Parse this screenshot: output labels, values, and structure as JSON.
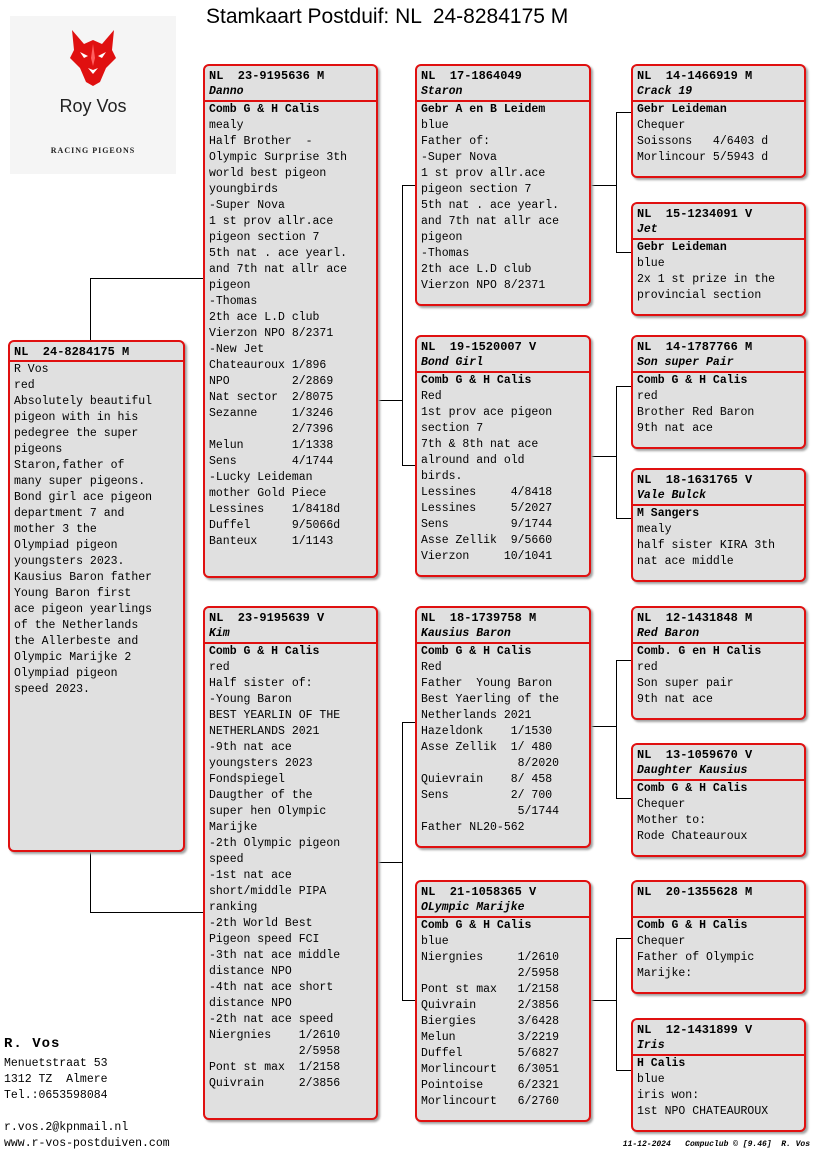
{
  "title": "Stamkaart Postduif: NL  24-8284175 M",
  "logo": {
    "name": "Roy Vos",
    "subtitle": "RACING PIGEONS",
    "icon": "wolf-head-icon",
    "color": "#e01010"
  },
  "accent_color": "#e01010",
  "card_bg": "#e0e0e0",
  "pigeons": {
    "subject": {
      "ring": "NL  24-8284175 M",
      "name": "",
      "owner": "",
      "lines": [
        "R Vos",
        "red",
        "Absolutely beautiful",
        "pigeon with in his",
        "pedegree the super",
        "pigeons",
        "Staron,father of",
        "many super pigeons.",
        "Bond girl ace pigeon",
        "department 7 and",
        "mother 3 the",
        "Olympiad pigeon",
        "youngsters 2023.",
        "Kausius Baron father",
        "Young Baron first",
        "ace pigeon yearlings",
        "of the Netherlands",
        "the Allerbeste and",
        "Olympic Marijke 2",
        "Olympiad pigeon",
        "speed 2023."
      ]
    },
    "father": {
      "ring": "NL  23-9195636 M",
      "name": "Danno",
      "owner": "Comb G & H Calis",
      "lines": [
        "mealy",
        "Half Brother  -",
        "Olympic Surprise 3th",
        "world best pigeon",
        "youngbirds",
        "-Super Nova",
        "1 st prov allr.ace",
        "pigeon section 7",
        "5th nat . ace yearl.",
        "and 7th nat allr ace",
        "pigeon",
        "-Thomas",
        "2th ace L.D club",
        "Vierzon NPO 8/2371",
        "-New Jet",
        "Chateauroux 1/896",
        "NPO         2/2869",
        "Nat sector  2/8075",
        "Sezanne     1/3246",
        "            2/7396",
        "Melun       1/1338",
        "Sens        4/1744",
        "-Lucky Leideman",
        "mother Gold Piece",
        "Lessines    1/8418d",
        "Duffel      9/5066d",
        "Banteux     1/1143"
      ]
    },
    "mother": {
      "ring": "NL  23-9195639 V",
      "name": "Kim",
      "owner": "Comb G & H Calis",
      "lines": [
        "red",
        "Half sister of:",
        "-Young Baron",
        "BEST YEARLIN OF THE",
        "NETHERLANDS 2021",
        "-9th nat ace",
        "youngsters 2023",
        "Fondspiegel",
        "Daugther of the",
        "super hen Olympic",
        "Marijke",
        "-2th Olympic pigeon",
        "speed",
        "-1st nat ace",
        "short/middle PIPA",
        "ranking",
        "-2th World Best",
        "Pigeon speed FCI",
        "-3th nat ace middle",
        "distance NPO",
        "-4th nat ace short",
        "distance NPO",
        "-2th nat ace speed",
        "Niergnies    1/2610",
        "             2/5958",
        "Pont st max  1/2158",
        "Quivrain     2/3856"
      ]
    },
    "ff": {
      "ring": "NL  17-1864049",
      "name": "Staron",
      "owner": "Gebr A en B Leidem",
      "lines": [
        "blue",
        "Father of:",
        "-Super Nova",
        "1 st prov allr.ace",
        "pigeon section 7",
        "5th nat . ace yearl.",
        "and 7th nat allr ace",
        "pigeon",
        "-Thomas",
        "2th ace L.D club",
        "Vierzon NPO 8/2371"
      ]
    },
    "fm": {
      "ring": "NL  19-1520007 V",
      "name": "Bond Girl",
      "owner": "Comb G & H Calis",
      "lines": [
        "Red",
        "1st prov ace pigeon",
        "section 7",
        "7th & 8th nat ace",
        "alround and old",
        "birds.",
        "Lessines     4/8418",
        "Lessines     5/2027",
        "Sens         9/1744",
        "Asse Zellik  9/5660",
        "Vierzon     10/1041"
      ]
    },
    "mf": {
      "ring": "NL  18-1739758 M",
      "name": "Kausius Baron",
      "owner": "Comb G & H Calis",
      "lines": [
        "Red",
        "Father  Young Baron",
        "Best Yaerling of the",
        "Netherlands 2021",
        "Hazeldonk    1/1530",
        "Asse Zellik  1/ 480",
        "              8/2020",
        "Quievrain    8/ 458",
        "Sens         2/ 700",
        "              5/1744",
        "Father NL20-562"
      ]
    },
    "mm": {
      "ring": "NL  21-1058365 V",
      "name": "OLympic Marijke",
      "owner": "Comb G & H Calis",
      "lines": [
        "blue",
        "Niergnies     1/2610",
        "              2/5958",
        "Pont st max   1/2158",
        "Quivrain      2/3856",
        "Biergies      3/6428",
        "Melun         3/2219",
        "Duffel        5/6827",
        "Morlincourt   6/3051",
        "Pointoise     6/2321",
        "Morlincourt   6/2760"
      ]
    },
    "fff": {
      "ring": "NL  14-1466919 M",
      "name": "Crack 19",
      "owner": "Gebr Leideman",
      "lines": [
        "Chequer",
        "Soissons   4/6403 d",
        "Morlincour 5/5943 d"
      ]
    },
    "ffm": {
      "ring": "NL  15-1234091 V",
      "name": "Jet",
      "owner": "Gebr Leideman",
      "lines": [
        "blue",
        "2x 1 st prize in the",
        "provincial section"
      ]
    },
    "fmf": {
      "ring": "NL  14-1787766 M",
      "name": "Son super Pair",
      "owner": "Comb G & H Calis",
      "lines": [
        "red",
        "Brother Red Baron",
        "9th nat ace"
      ]
    },
    "fmm": {
      "ring": "NL  18-1631765 V",
      "name": "Vale Bulck",
      "owner": "M Sangers",
      "lines": [
        "mealy",
        "half sister KIRA 3th",
        "nat ace middle"
      ]
    },
    "mff": {
      "ring": "NL  12-1431848 M",
      "name": "Red Baron",
      "owner": "Comb. G en H Calis",
      "lines": [
        "red",
        "Son super pair",
        "9th nat ace"
      ]
    },
    "mfm": {
      "ring": "NL  13-1059670 V",
      "name": "Daughter Kausius",
      "owner": "Comb G & H Calis",
      "lines": [
        "Chequer",
        "Mother to:",
        "Rode Chateauroux"
      ]
    },
    "mmf": {
      "ring": "NL  20-1355628 M",
      "name": "",
      "owner": "Comb G & H Calis",
      "lines": [
        "Chequer",
        "Father of Olympic",
        "Marijke:"
      ]
    },
    "mmm": {
      "ring": "NL  12-1431899 V",
      "name": "Iris",
      "owner": "H Calis",
      "lines": [
        "blue",
        "iris won:",
        "1st NPO CHATEAUROUX"
      ]
    }
  },
  "footer": {
    "name": "R. Vos",
    "address": "Menuetstraat 53",
    "city": "1312 TZ  Almere",
    "tel": "Tel.:0653598084",
    "email": "r.vos.2@kpnmail.nl",
    "web": "www.r-vos-postduiven.com",
    "print_info": "11-12-2024   Compuclub © [9.46]  R. Vos"
  }
}
